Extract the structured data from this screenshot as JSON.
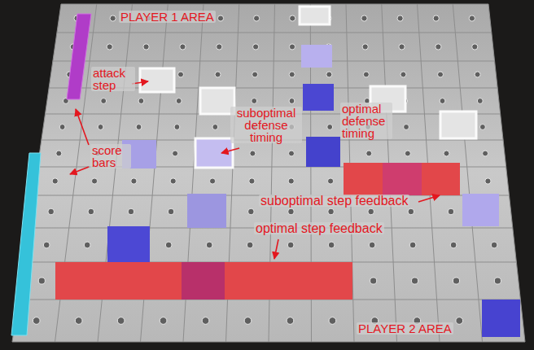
{
  "diagram": {
    "labels": [
      "PLAYER 1 AREA",
      "attack step",
      "score bars",
      "suboptimal defense timing",
      "optimal defense timing",
      "suboptimal step feedback",
      "optimal step feedback",
      "PLAYER 2 AREA"
    ]
  }
}
